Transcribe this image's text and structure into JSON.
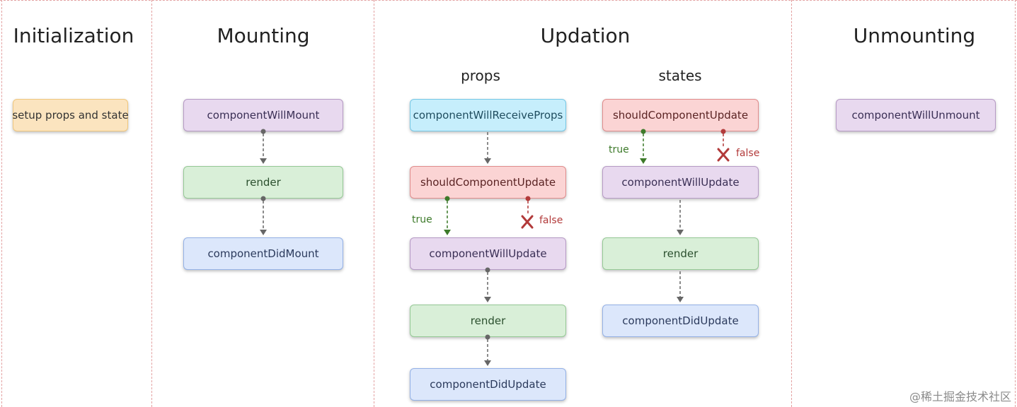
{
  "phases": {
    "initialization": {
      "title": "Initialization",
      "boxes": [
        "setup props and state"
      ]
    },
    "mounting": {
      "title": "Mounting",
      "boxes": [
        "componentWillMount",
        "render",
        "componentDidMount"
      ]
    },
    "updation": {
      "title": "Updation",
      "props": {
        "title": "props",
        "boxes": [
          "componentWillReceiveProps",
          "shouldComponentUpdate",
          "componentWillUpdate",
          "render",
          "componentDidUpdate"
        ],
        "true_label": "true",
        "false_label": "false"
      },
      "states": {
        "title": "states",
        "boxes": [
          "shouldComponentUpdate",
          "componentWillUpdate",
          "render",
          "componentDidUpdate"
        ],
        "true_label": "true",
        "false_label": "false"
      }
    },
    "unmounting": {
      "title": "Unmounting",
      "boxes": [
        "componentWillUnmount"
      ]
    }
  },
  "colors": {
    "yellow": "#fbe4bf",
    "purple": "#e8d9ef",
    "green": "#d9efd8",
    "blue": "#dce7fb",
    "cyan": "#c6eefc",
    "red": "#fbd4d4",
    "divider": "#e3a0a0",
    "true_arrow": "#3d7a2a",
    "false_arrow": "#b23a3a"
  },
  "watermark": "@稀土掘金技术社区"
}
